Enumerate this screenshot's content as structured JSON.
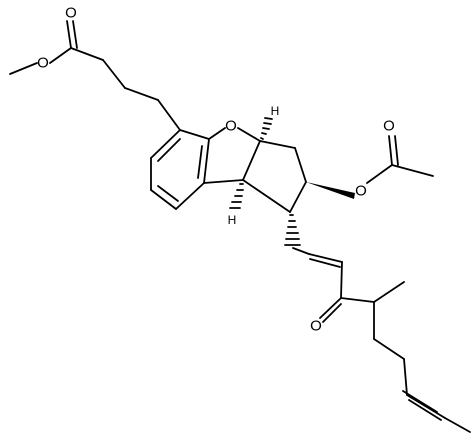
{
  "structure": {
    "atom_labels": {
      "o_ester_carbonyl": "O",
      "o_ester_methoxy": "O",
      "o_ring": "O",
      "o_acetate_ester": "O",
      "o_acetate_carbonyl": "O",
      "o_ketone": "O",
      "h_ring_junction_upper": "H",
      "h_ring_junction_lower": "H"
    }
  },
  "colors": {
    "bond": "#000000",
    "label": "#000000",
    "background": "#ffffff"
  }
}
